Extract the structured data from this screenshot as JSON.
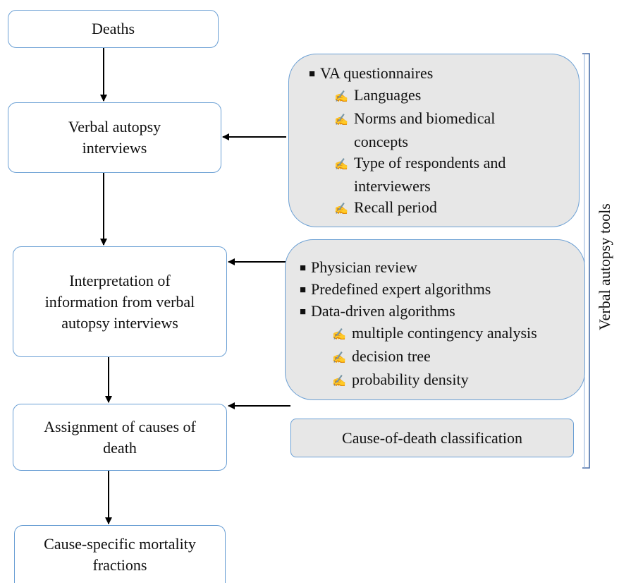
{
  "flow": {
    "deaths": "Deaths",
    "va_interviews": [
      "Verbal autopsy",
      "interviews"
    ],
    "interpretation": [
      "Interpretation of",
      "information from verbal",
      "autopsy interviews"
    ],
    "assignment": [
      "Assignment of causes of",
      "death"
    ],
    "fractions": [
      "Cause-specific mortality",
      "fractions"
    ]
  },
  "tools_panel_1": {
    "heading": "VA questionnaires",
    "items": [
      {
        "lines": [
          "Languages"
        ]
      },
      {
        "lines": [
          "Norms and biomedical",
          "concepts"
        ]
      },
      {
        "lines": [
          "Type of respondents and",
          "interviewers"
        ]
      },
      {
        "lines": [
          "Recall period"
        ]
      }
    ]
  },
  "tools_panel_2": {
    "headings": [
      "Physician review",
      "Predefined expert algorithms",
      "Data-driven algorithms"
    ],
    "items": [
      "multiple contingency analysis",
      "decision tree",
      "probability density"
    ]
  },
  "classification": "Cause-of-death classification",
  "bracket_label": "Verbal autopsy tools",
  "glyphs": {
    "square_bullet": "■",
    "sub_bullet": "✍"
  },
  "colors": {
    "border": "#6a9fd4",
    "panel_fill": "#e7e7e7",
    "arrow": "#000000"
  }
}
